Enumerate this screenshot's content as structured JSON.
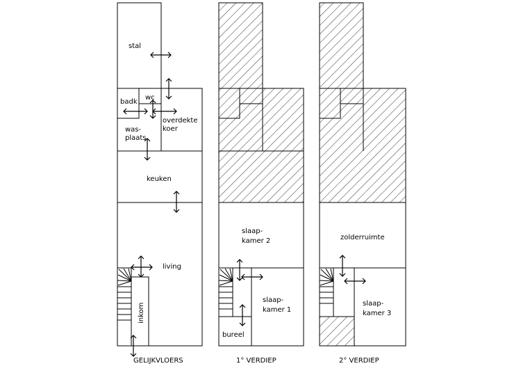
{
  "floors": [
    {
      "caption": "GELIJKVLOERS",
      "rooms": {
        "stal": "stal",
        "badk": "badk",
        "wc": "wc",
        "was_1": "was-",
        "was_2": "plaats",
        "koer_1": "overdekte",
        "koer_2": "koer",
        "keuken": "keuken",
        "living": "living",
        "inkom": "inkom"
      }
    },
    {
      "caption": "1° VERDIEP",
      "rooms": {
        "slaap2_1": "slaap-",
        "slaap2_2": "kamer 2",
        "slaap1_1": "slaap-",
        "slaap1_2": "kamer 1",
        "bureel": "bureel"
      }
    },
    {
      "caption": "2° VERDIEP",
      "rooms": {
        "zolder": "zolderruimte",
        "slaap3_1": "slaap-",
        "slaap3_2": "kamer 3"
      }
    }
  ]
}
